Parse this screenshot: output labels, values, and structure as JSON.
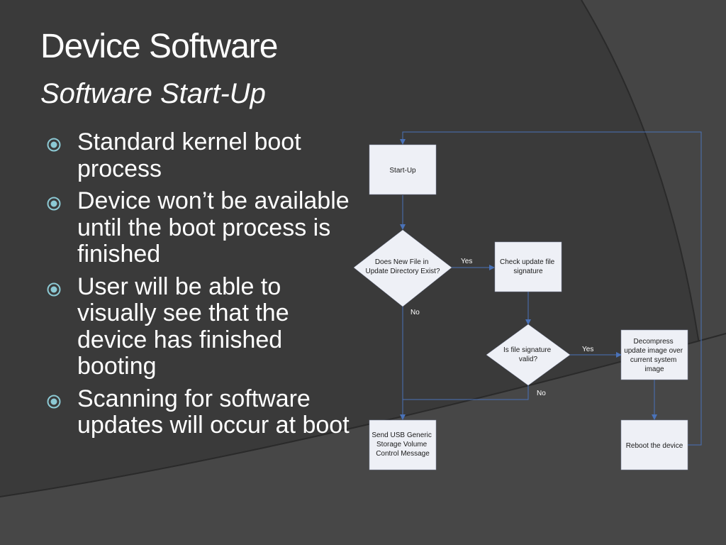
{
  "slide": {
    "title": "Device Software",
    "subtitle": "Software Start-Up",
    "bullets": [
      "Standard kernel boot process",
      "Device won’t be available until the boot process is finished",
      "User will be able to visually see that the device has finished booting",
      "Scanning for software updates will occur at boot"
    ]
  },
  "flowchart": {
    "nodes": {
      "startup": [
        "Start-Up"
      ],
      "decision_new_file": [
        "Does New File in",
        "Update Directory Exist?"
      ],
      "check_signature": [
        "Check update file",
        "signature"
      ],
      "decision_signature_valid": [
        "Is file signature",
        "valid?"
      ],
      "decompress": [
        "Decompress",
        "update image over",
        "current system",
        "image"
      ],
      "send_usb": [
        "Send USB Generic",
        "Storage Volume",
        "Control Message"
      ],
      "reboot": [
        "Reboot the device"
      ]
    },
    "edge_labels": {
      "new_file_yes": "Yes",
      "new_file_no": "No",
      "signature_yes": "Yes",
      "signature_no": "No"
    }
  },
  "colors": {
    "background": "#3a3a3a",
    "background_arc": "#4a4a4a",
    "text": "#ffffff",
    "bullet_accent": "#8cc9d4",
    "node_fill": "#eef0f6",
    "connector": "#4a72b8"
  }
}
